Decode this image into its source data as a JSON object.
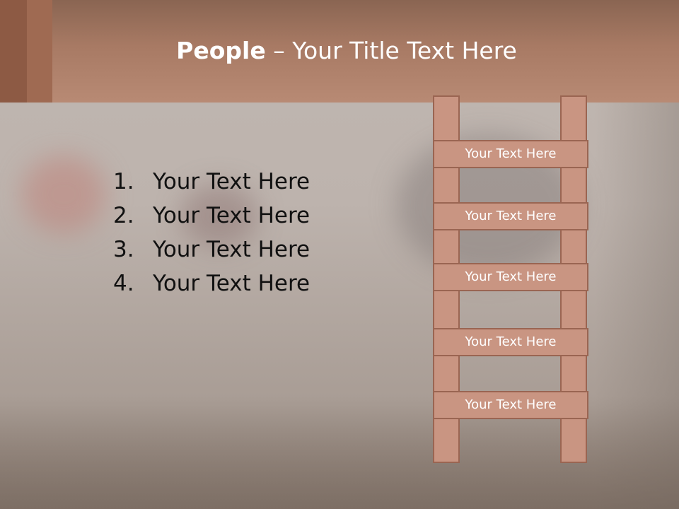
{
  "slide": {
    "title_bold": "People",
    "title_rest": " – Your Title Text Here"
  },
  "list": {
    "items": [
      {
        "num": "1.",
        "text": "Your Text Here"
      },
      {
        "num": "2.",
        "text": "Your Text Here"
      },
      {
        "num": "3.",
        "text": "Your Text Here"
      },
      {
        "num": "4.",
        "text": "Your Text Here"
      }
    ]
  },
  "ladder": {
    "rungs": [
      "Your Text Here",
      "Your Text Here",
      "Your Text Here",
      "Your Text Here",
      "Your Text Here"
    ]
  },
  "colors": {
    "title_bar": "#b88a74",
    "ladder_fill": "#c99582",
    "ladder_border": "#9a6552"
  }
}
